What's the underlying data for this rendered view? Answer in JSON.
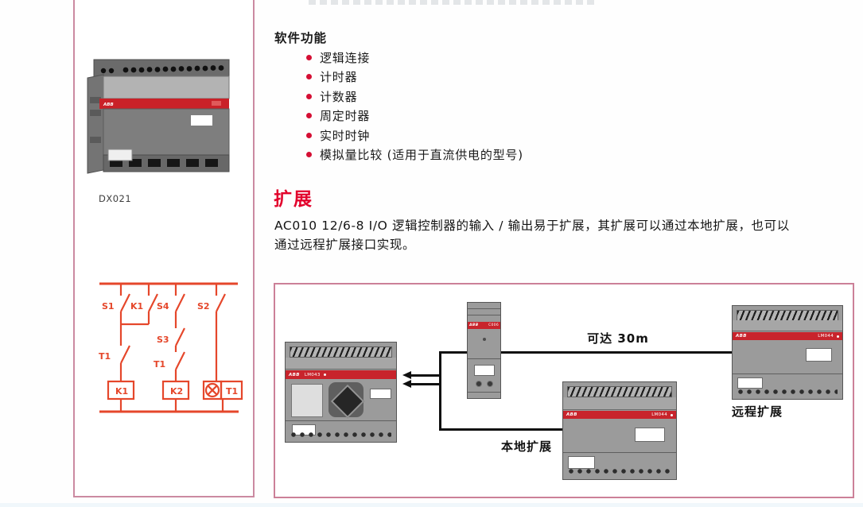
{
  "left_panel": {
    "photo_caption": "DX021",
    "photo_brand": "ABB",
    "circuit": {
      "s1": "S1",
      "k1_contact": "K1",
      "s4": "S4",
      "s3": "S3",
      "s2": "S2",
      "t1_contact_a": "T1",
      "t1_contact_b": "T1",
      "coil_k1": "K1",
      "coil_k2": "K2",
      "coil_t1": "T1"
    }
  },
  "content": {
    "software": {
      "heading": "软件功能",
      "items": [
        "逻辑连接",
        "计时器",
        "计数器",
        "周定时器",
        "实时时钟",
        "模拟量比较 (适用于直流供电的型号)"
      ]
    },
    "expansion": {
      "heading": "扩展",
      "lines": [
        "AC010 12/6-8 I/O 逻辑控制器的输入 / 输出易于扩展，其扩展可以通过本地扩展，也可以",
        "通过远程扩展接口实现。"
      ]
    }
  },
  "diagram": {
    "distance_label": "可达 30m",
    "remote_caption": "远程扩展",
    "local_caption": "本地扩展",
    "main_module": {
      "brand": "ABB",
      "model": "LM043"
    },
    "coupler_module": {
      "brand": "ABB",
      "model": "C006"
    },
    "remote_module": {
      "brand": "ABB",
      "model": "LM044"
    },
    "local_module": {
      "brand": "ABB",
      "model": "LM044"
    }
  },
  "colors": {
    "accent_red": "#e2032c",
    "bullet_red": "#d50f34",
    "circuit_red": "#e5472b",
    "panel_border_pink": "#cc8098",
    "module_stripe_red": "#c8242c"
  }
}
